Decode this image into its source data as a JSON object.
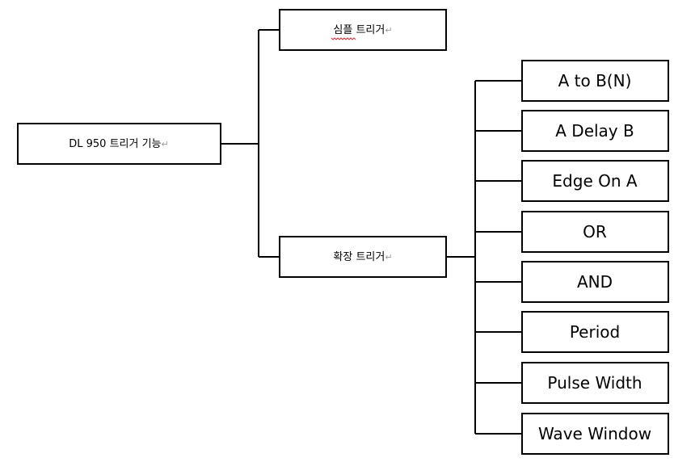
{
  "root": {
    "label": "DL 950 트리거 기능"
  },
  "branches": [
    {
      "label": "심플 트리거",
      "children": []
    },
    {
      "label": "확장 트리거",
      "children": [
        "A to B(N)",
        "A Delay B",
        "Edge On A",
        "OR",
        "AND",
        "Period",
        "Pulse Width",
        "Wave Window"
      ]
    }
  ],
  "paragraph_mark": "↵"
}
